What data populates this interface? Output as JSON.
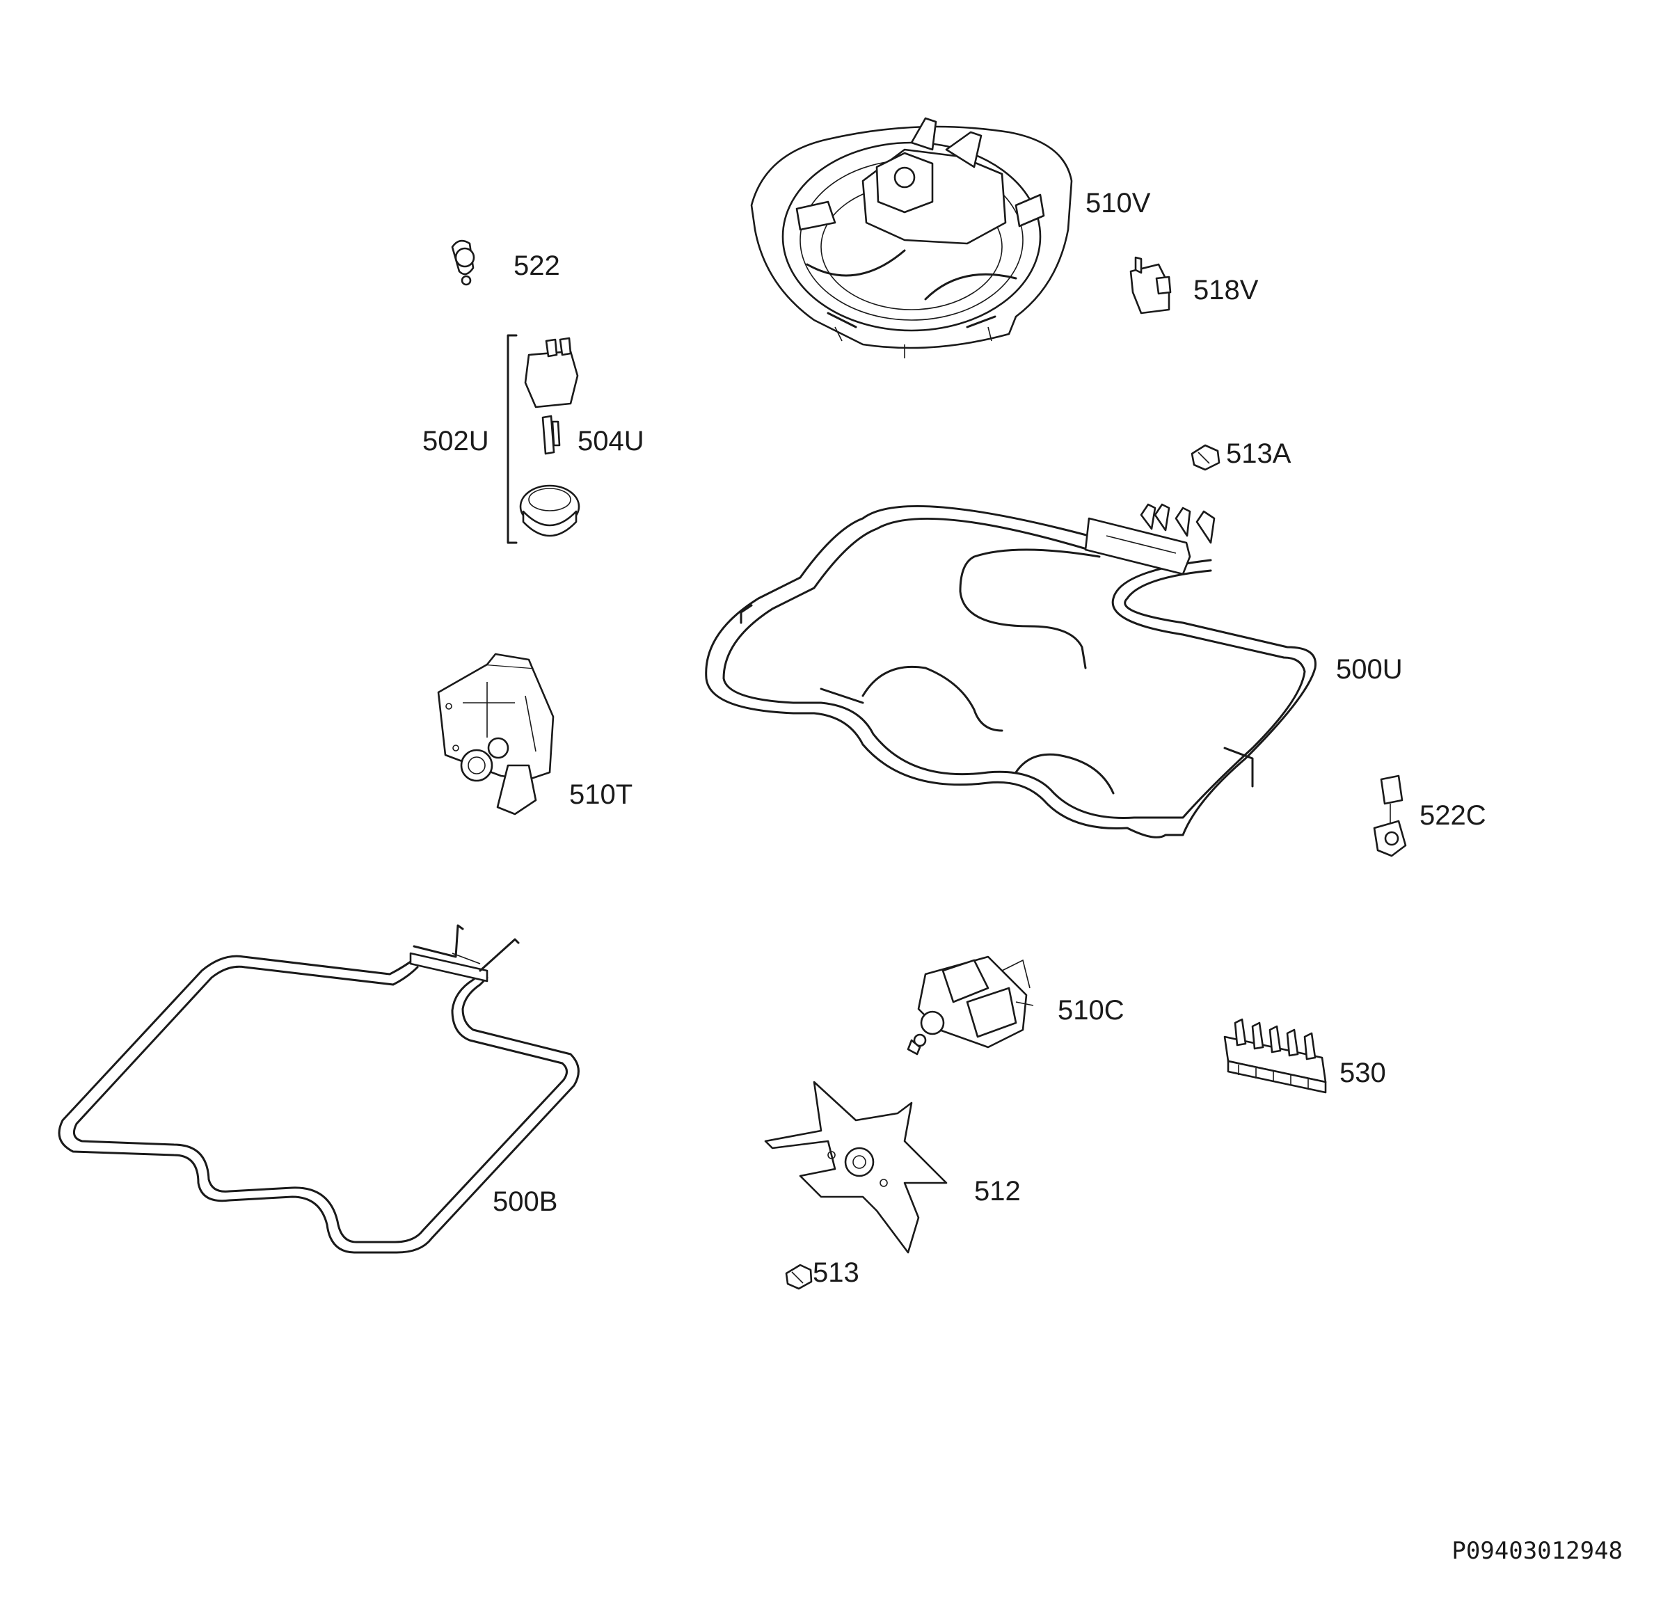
{
  "labels": {
    "p510v": "510V",
    "p522": "522",
    "p518v": "518V",
    "p502u": "502U",
    "p504u": "504U",
    "p513a": "513A",
    "p500u": "500U",
    "p510t": "510T",
    "p522c": "522C",
    "p510c": "510C",
    "p530": "530",
    "p500b": "500B",
    "p512": "512",
    "p513": "513"
  },
  "document_code": "P09403012948",
  "colors": {
    "line": "#1a1a1a",
    "background": "#ffffff"
  }
}
